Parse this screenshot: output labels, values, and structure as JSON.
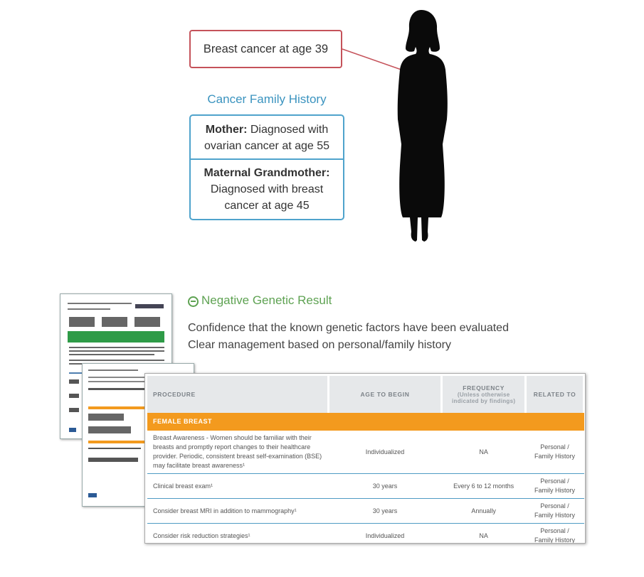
{
  "diagnosis": {
    "text": "Breast cancer at age 39"
  },
  "family_history": {
    "title": "Cancer Family History",
    "entries": [
      {
        "relation": "Mother:",
        "text": " Diagnosed with ovarian cancer at age 55"
      },
      {
        "relation": "Maternal Grandmother:",
        "text": " Diagnosed with breast cancer at age 45"
      }
    ]
  },
  "result": {
    "title": "Negative Genetic Result",
    "lines": [
      "Confidence that the known genetic factors have been evaluated",
      "Clear management based on personal/family history"
    ]
  },
  "table": {
    "headers": {
      "procedure": "PROCEDURE",
      "age": "AGE TO BEGIN",
      "frequency": "FREQUENCY",
      "frequency_sub": "(Unless otherwise indicated by findings)",
      "related": "RELATED TO"
    },
    "section": "FEMALE BREAST",
    "rows": [
      {
        "procedure": "Breast Awareness - Women should be familiar with their breasts and promptly report changes to their healthcare provider. Periodic, consistent breast self-examination (BSE) may facilitate breast awareness¹",
        "age": "Individualized",
        "frequency": "NA",
        "related": "Personal / Family History"
      },
      {
        "procedure": "Clinical breast exam¹",
        "age": "30 years",
        "frequency": "Every 6 to 12 months",
        "related": "Personal / Family History"
      },
      {
        "procedure": "Consider breast MRI in addition to mammography¹",
        "age": "30 years",
        "frequency": "Annually",
        "related": "Personal / Family History"
      },
      {
        "procedure": "Consider risk reduction strategies¹",
        "age": "Individualized",
        "frequency": "NA",
        "related": "Personal / Family History"
      }
    ]
  },
  "colors": {
    "diagnosis_border": "#c5525a",
    "family_border": "#4fa3cc",
    "result_green": "#5ea252",
    "section_orange": "#f39a1e"
  }
}
